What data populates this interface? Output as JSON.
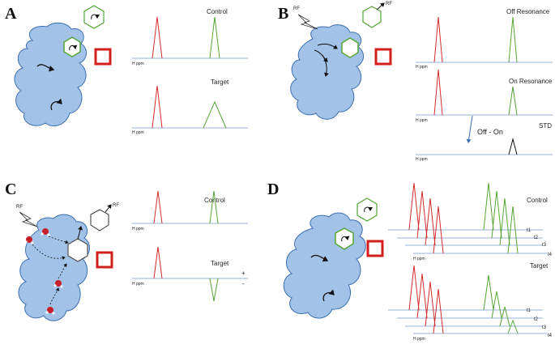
{
  "panels": {
    "a": {
      "letter": "A",
      "spectra": [
        {
          "title": "Control",
          "axis": "H ppm"
        },
        {
          "title": "Target",
          "axis": "H ppm"
        }
      ]
    },
    "b": {
      "letter": "B",
      "rf_labels": [
        "RF",
        "RF"
      ],
      "spectra": [
        {
          "title": "Off Resonance",
          "axis": "H ppm"
        },
        {
          "title": "On Resonance",
          "axis": "H ppm"
        },
        {
          "title": "STD",
          "axis": "H ppm"
        }
      ],
      "difference_label": "Off - On"
    },
    "c": {
      "letter": "C",
      "rf_labels": [
        "RF",
        "RF"
      ],
      "spectra": [
        {
          "title": "Control",
          "axis": "H ppm"
        },
        {
          "title": "Target",
          "axis": "H ppm"
        }
      ],
      "sign_plus": "+",
      "sign_minus": "-"
    },
    "d": {
      "letter": "D",
      "spectra": [
        {
          "title": "Control",
          "axis": "H ppm",
          "times": [
            "t1",
            "t2",
            "t3",
            "t4"
          ]
        },
        {
          "title": "Target",
          "axis": "H ppm",
          "times": [
            "t1",
            "t2",
            "t3",
            "t4"
          ]
        }
      ]
    }
  },
  "colors": {
    "protein_fill": "#a3c2e8",
    "protein_stroke": "#3b6fb0",
    "ligand_green": "#55a534",
    "peak_red": "#d42a2a",
    "baseline_blue": "#9ab1d8",
    "target_square": "#d41f1f"
  }
}
